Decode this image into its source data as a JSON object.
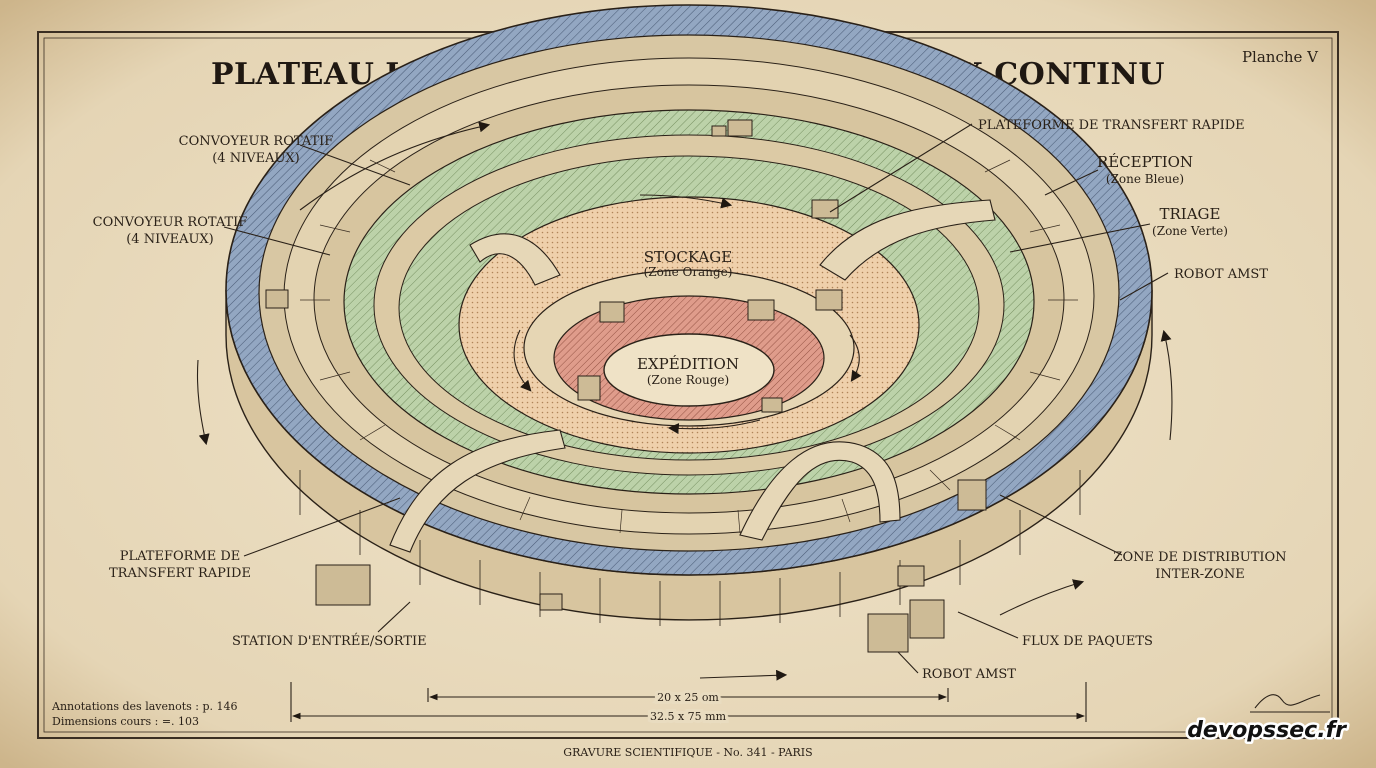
{
  "title": "PLATEAU LOGISTIQUE CIRCULAIRE À FLUX CONTINU",
  "plate": "Planche V",
  "zones": {
    "storage": {
      "name": "STOCKAGE",
      "sub": "(Zone Orange)"
    },
    "shipping": {
      "name": "EXPÉDITION",
      "sub": "(Zone Rouge)"
    }
  },
  "labels": {
    "conveyor_top": {
      "l1": "CONVOYEUR ROTATIF",
      "l2": "(4 NIVEAUX)"
    },
    "conveyor_mid": {
      "l1": "CONVOYEUR ROTATIF",
      "l2": "(4 NIVEAUX)"
    },
    "platform_top": {
      "l1": "PLATEFORME DE TRANSFERT RAPIDE"
    },
    "reception": {
      "l1": "RÉCEPTION",
      "l2": "(Zone Bleue)"
    },
    "sorting": {
      "l1": "TRIAGE",
      "l2": "(Zone Verte)"
    },
    "robot_right": {
      "l1": "ROBOT AMST"
    },
    "platform_left": {
      "l1": "PLATEFORME DE",
      "l2": "TRANSFERT RAPIDE"
    },
    "station": {
      "l1": "STATION D'ENTRÉE/SORTIE"
    },
    "distribution": {
      "l1": "ZONE DE DISTRIBUTION",
      "l2": "INTER-ZONE"
    },
    "parcel_flow": {
      "l1": "FLUX DE PAQUETS"
    },
    "robot_bottom": {
      "l1": "ROBOT AMST"
    }
  },
  "dimensions": {
    "inner": "20 x 25 om",
    "outer": "32.5 x 75 mm"
  },
  "notes": {
    "l1": "Annotations des lavenots : p. 146",
    "l2": "Dimensions cours : =. 103"
  },
  "footer": "GRAVURE SCIENTIFIQUE - No. 341 - PARIS",
  "watermark": "devopssec.fr",
  "colors": {
    "paper": "#e9dcc0",
    "blue": "#8fa3bf",
    "green": "#b9cfa6",
    "orange": "#ecc9a2",
    "red": "#d99585",
    "ink": "#2a2118"
  }
}
